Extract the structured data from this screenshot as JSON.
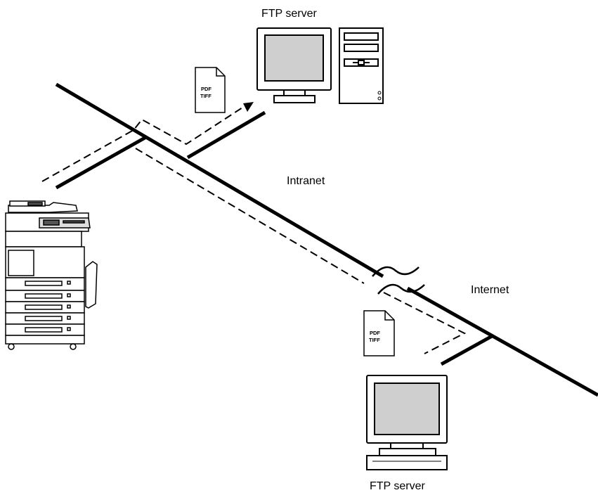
{
  "labels": {
    "ftp_server_top": "FTP server",
    "ftp_server_bottom": "FTP server",
    "intranet": "Intranet",
    "internet": "Internet"
  },
  "documents": {
    "top": {
      "line1": "PDF",
      "line2": "TIFF"
    },
    "bottom": {
      "line1": "PDF",
      "line2": "TIFF"
    }
  }
}
